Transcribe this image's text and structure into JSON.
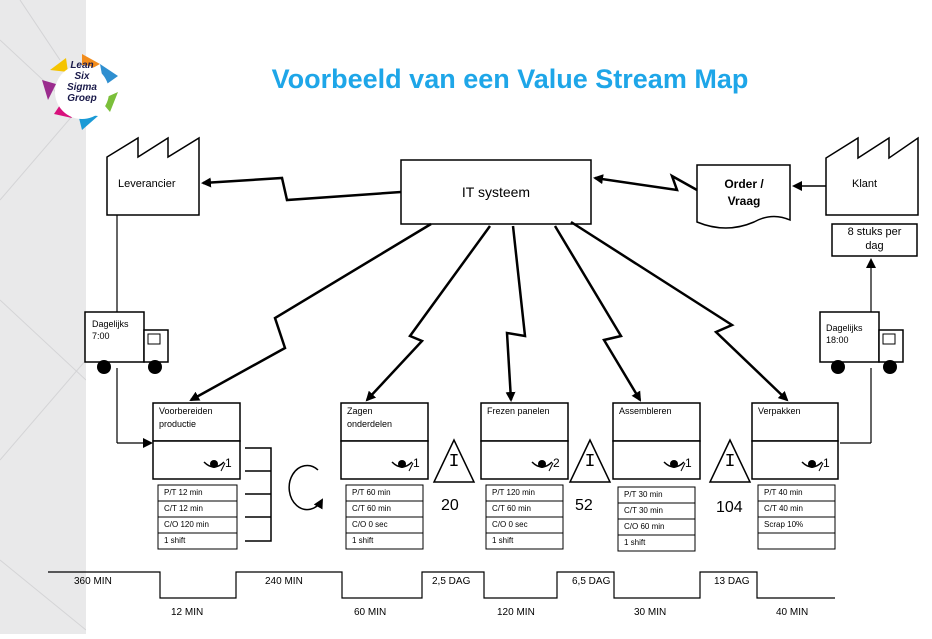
{
  "logo": {
    "lines": [
      "Lean",
      "Six",
      "Sigma",
      "Groep"
    ]
  },
  "title": "Voorbeeld van een Value Stream Map",
  "supplier": {
    "label": "Leverancier",
    "truck_label": [
      "Dagelijks",
      "7:00"
    ]
  },
  "customer": {
    "label": "Klant",
    "demand": [
      "8 stuks per",
      "dag"
    ],
    "truck_label": [
      "Dagelijks",
      "18:00"
    ]
  },
  "it_system": {
    "label": "IT systeem"
  },
  "order": {
    "label": [
      "Order /",
      "Vraag"
    ]
  },
  "processes": [
    {
      "title": [
        "Voorbereiden",
        "productie"
      ],
      "operators": "1",
      "data": [
        "P/T 12 min",
        "C/T 12 min",
        "C/O 120 min",
        "1 shift"
      ]
    },
    {
      "title": [
        "Zagen",
        "onderdelen"
      ],
      "operators": "1",
      "data": [
        "P/T 60 min",
        "C/T 60 min",
        "C/O 0 sec",
        "1 shift"
      ]
    },
    {
      "title": [
        "Frezen panelen"
      ],
      "operators": "2",
      "data": [
        "P/T 120 min",
        "C/T 60 min",
        "C/O 0 sec",
        "1 shift"
      ]
    },
    {
      "title": [
        "Assembleren"
      ],
      "operators": "1",
      "data": [
        "P/T 30 min",
        "C/T 30 min",
        "C/O 60 min",
        "1 shift"
      ]
    },
    {
      "title": [
        "Verpakken"
      ],
      "operators": "1",
      "data": [
        "P/T 40 min",
        "C/T 40 min",
        "Scrap 10%",
        ""
      ]
    }
  ],
  "inventories": [
    {
      "symbol": "I",
      "count": "20"
    },
    {
      "symbol": "I",
      "count": "52"
    },
    {
      "symbol": "I",
      "count": "104"
    }
  ],
  "timeline": {
    "top": [
      "360 MIN",
      "240  MIN",
      "2,5 DAG",
      "6,5 DAG",
      "13 DAG"
    ],
    "bottom": [
      "12 MIN",
      "60 MIN",
      "120 MIN",
      "30 MIN",
      "40 MIN"
    ]
  }
}
